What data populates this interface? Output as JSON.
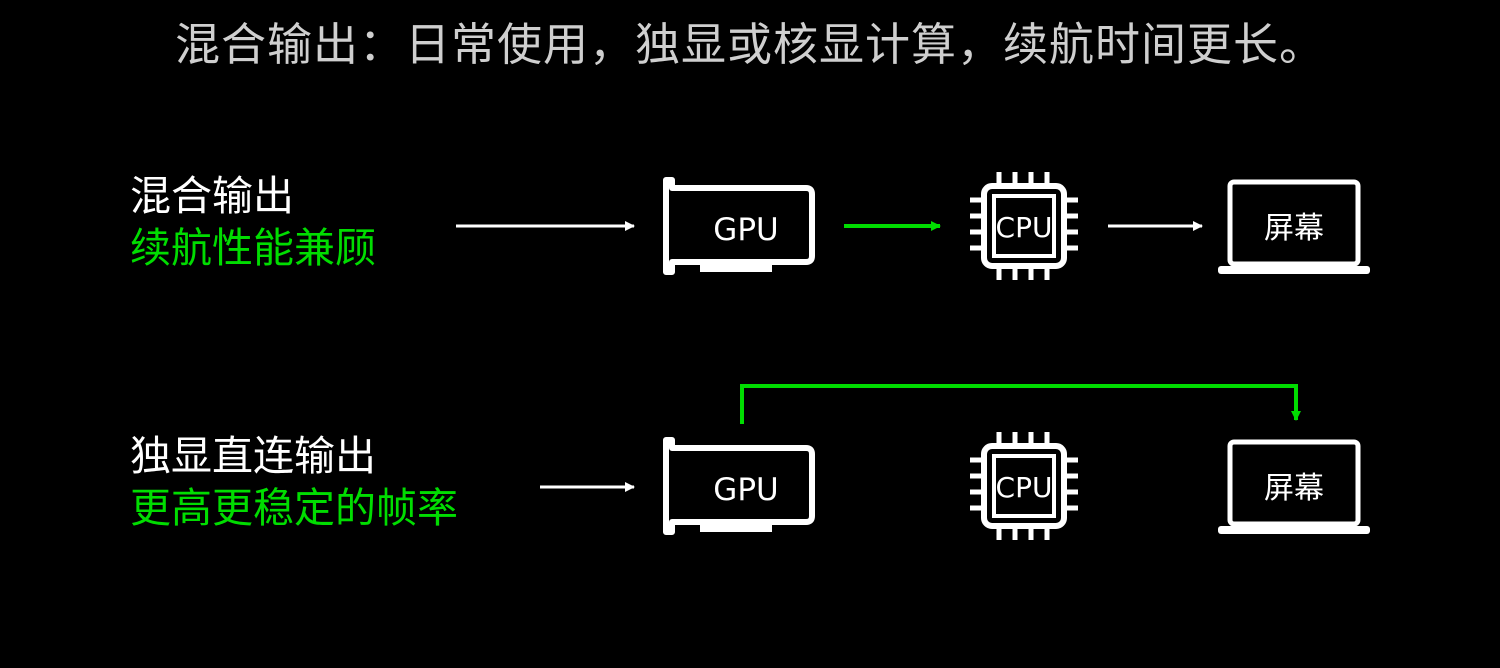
{
  "headline": "混合输出：日常使用，独显或核显计算，续航时间更长。",
  "modes": [
    {
      "title": "混合输出",
      "subtitle": "续航性能兼顾",
      "gpu_label": "GPU",
      "cpu_label": "CPU",
      "screen_label": "屏幕"
    },
    {
      "title": "独显直连输出",
      "subtitle": "更高更稳定的帧率",
      "gpu_label": "GPU",
      "cpu_label": "CPU",
      "screen_label": "屏幕"
    }
  ],
  "colors": {
    "background": "#000000",
    "accent": "#00dd00",
    "text": "#ffffff"
  },
  "icons": [
    "gpu-card-icon",
    "cpu-chip-icon",
    "laptop-screen-icon"
  ]
}
